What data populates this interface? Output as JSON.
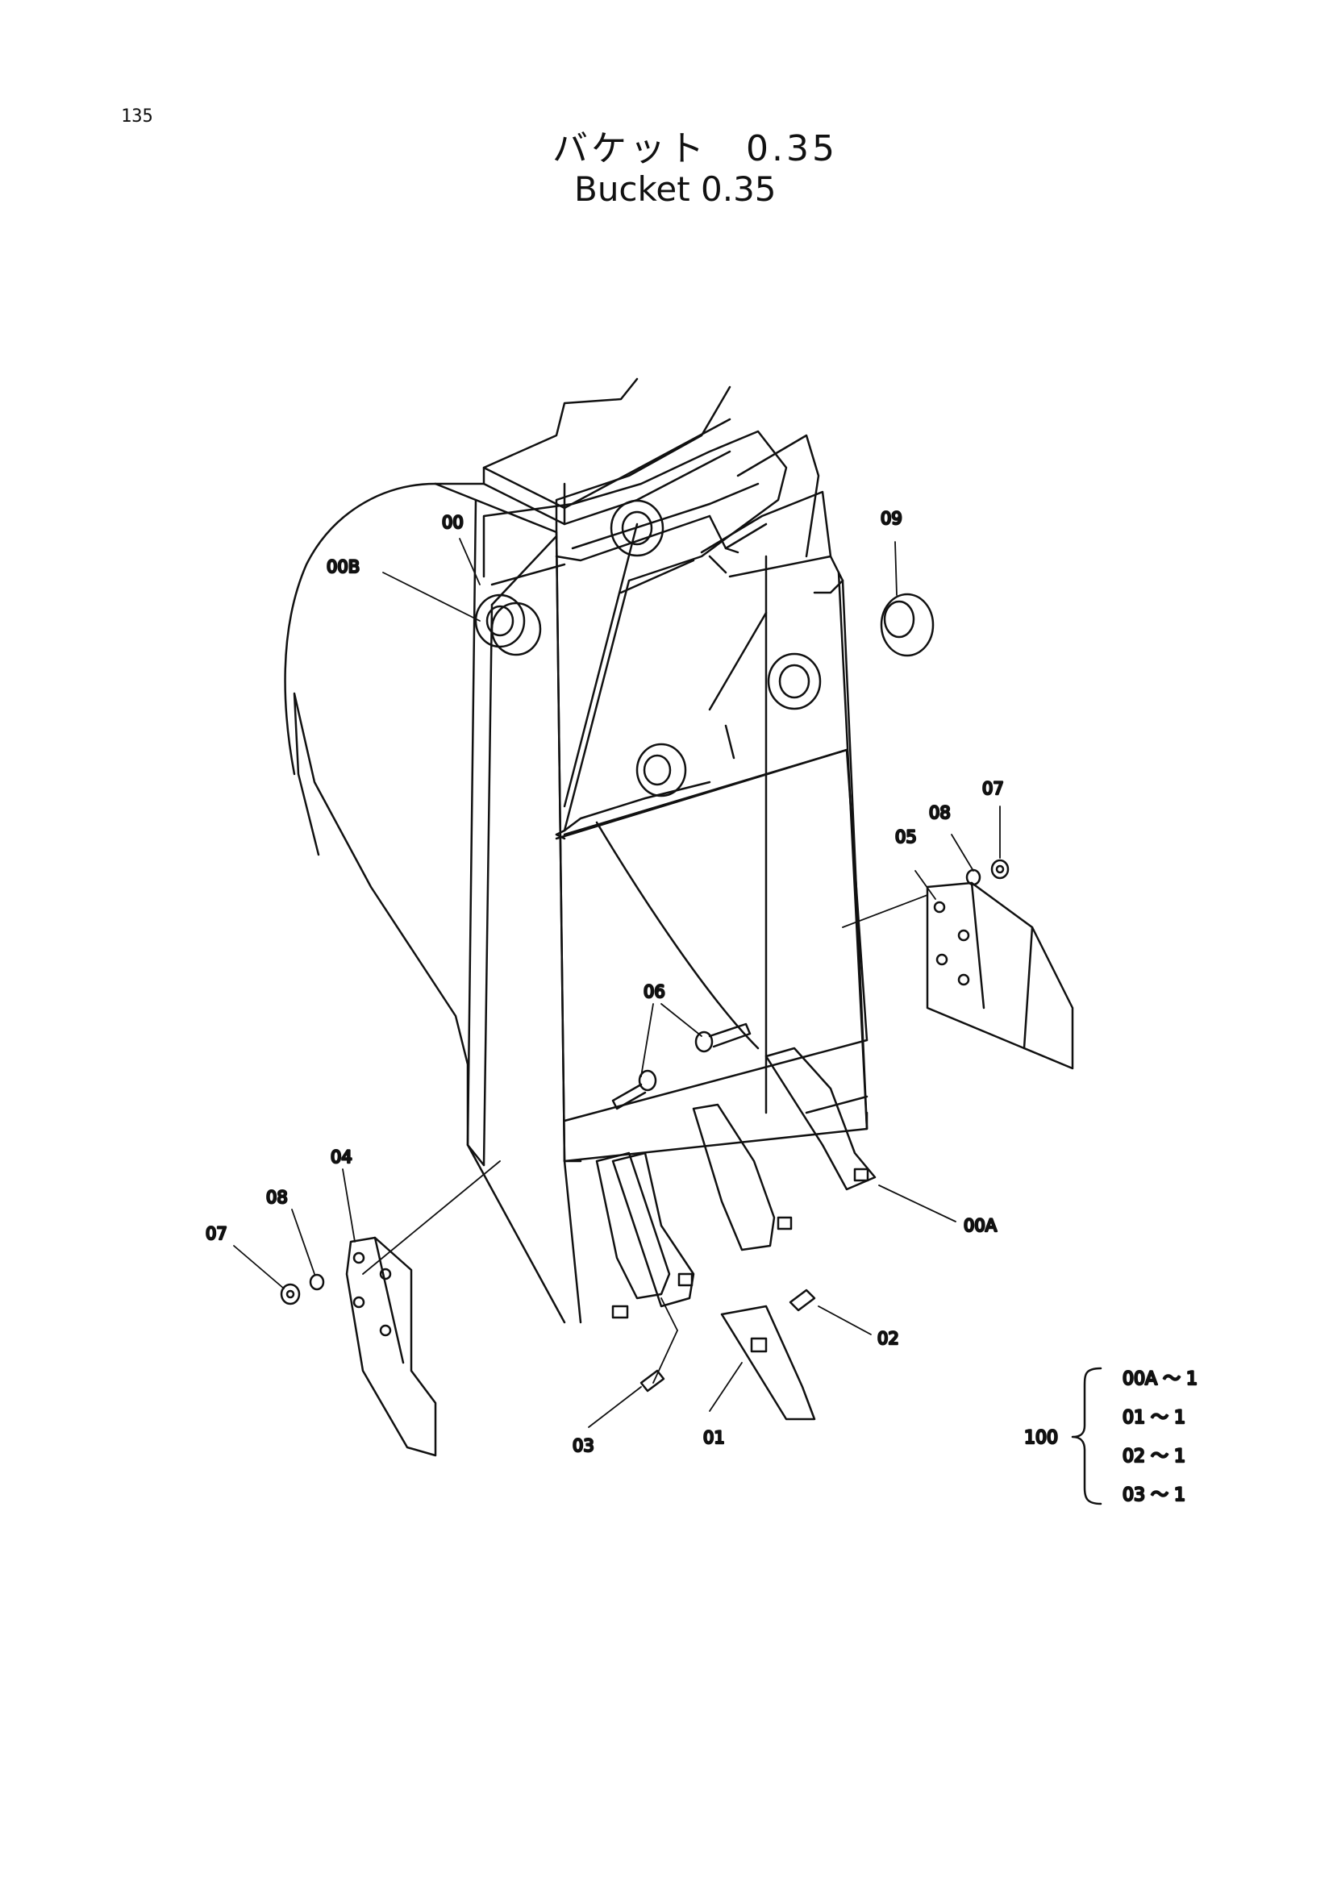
{
  "page_number": "135",
  "title_jp": "バケット　0.35",
  "title_en": "Bucket 0.35",
  "callouts": {
    "c00": "00",
    "c00b": "00B",
    "c09": "09",
    "c07_right": "07",
    "c08_right": "08",
    "c05": "05",
    "c06": "06",
    "c04": "04",
    "c08_left": "08",
    "c07_left": "07",
    "c00a": "00A",
    "c02": "02",
    "c03": "03",
    "c01": "01"
  },
  "kit": {
    "label": "100",
    "items": [
      "00A ～ 1",
      "01 ～ 1",
      "02 ～ 1",
      "03 ～ 1"
    ]
  }
}
